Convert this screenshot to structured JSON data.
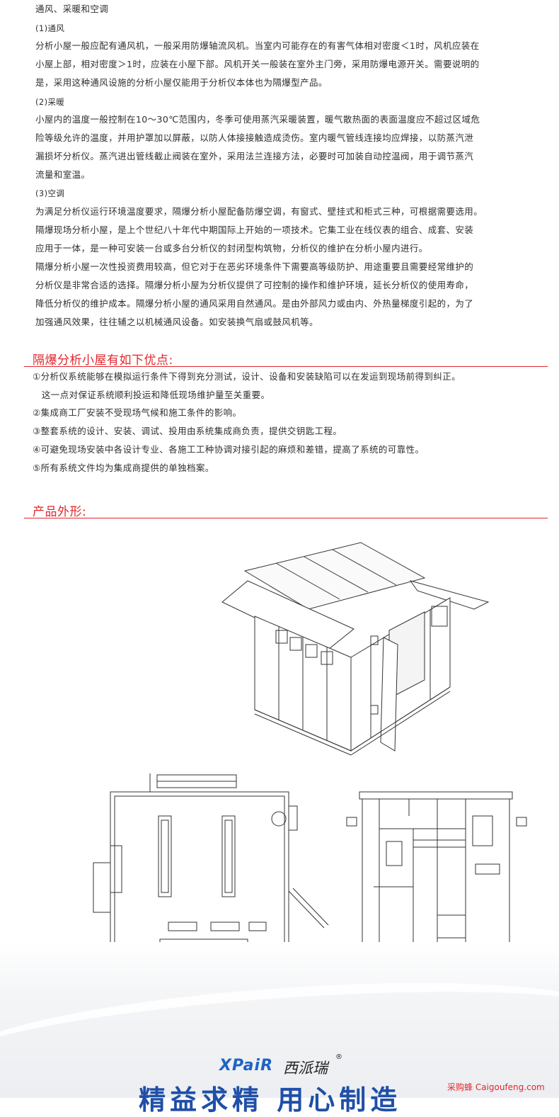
{
  "intro": {
    "heading": "通风、采暖和空调",
    "ventilation": {
      "label": "(1)通风",
      "lines": [
        "分析小屋一般应配有通风机，一般采用防爆轴流风机。当室内可能存在的有害气体相对密度＜1时，风机应装在",
        "小屋上部，相对密度＞1时，应装在小屋下部。风机开关一般装在室外主门旁，采用防爆电源开关。需要说明的",
        "是，采用这种通风设施的分析小屋仅能用于分析仪本体也为隔爆型产品。"
      ]
    },
    "heating": {
      "label": "(2)采暖",
      "lines": [
        "小屋内的温度一般控制在10～30℃范围内，冬季可使用蒸汽采暖装置，暖气散热面的表面温度应不超过区域危",
        "险等级允许的温度，并用护罩加以屏蔽，以防人体接接触造成烫伤。室内暖气管线连接均应焊接，以防蒸汽泄",
        "漏损坏分析仪。蒸汽进出管线截止阀装在室外，采用法兰连接方法，必要时可加装自动控温阀，用于调节蒸汽",
        "流量和室温。"
      ]
    },
    "aircon": {
      "label": "(3)空调",
      "lines": [
        "为满足分析仪运行环境温度要求，隔爆分析小屋配备防爆空调，有窗式、壁挂式和柜式三种，可根据需要选用。",
        "隔爆现场分析小屋，是上个世纪八十年代中期国际上开始的一项技术。它集工业在线仪表的组合、成套、安装",
        "应用于一体，是一种可安装一台或多台分析仪的封闭型构筑物，分析仪的维护在分析小屋内进行。",
        "隔爆分析小屋一次性投资费用较高，但它对于在恶劣环境条件下需要高等级防护、用途重要且需要经常维护的",
        "分析仪是非常合适的选择。隔爆分析小屋为分析仪提供了可控制的操作和维护环境，延长分析仪的使用寿命，",
        "降低分析仪的维护成本。隔爆分析小屋的通风采用自然通风。是由外部风力或由内、外热量梯度引起的，为了",
        "加强通风效果，往往辅之以机械通风设备。如安装换气扇或鼓风机等。"
      ]
    }
  },
  "advantages": {
    "title": "隔爆分析小屋有如下优点:",
    "items": [
      "①分析仪系统能够在模拟运行条件下得到充分测试，设计、设备和安装缺陷可以在发运到现场前得到纠正。",
      "　这一点对保证系统顺利投运和降低现场维护量至关重要。",
      "②集成商工厂安装不受现场气候和施工条件的影响。",
      "③整套系统的设计、安装、调试、投用由系统集成商负责，提供交钥匙工程。",
      "④可避免现场安装中各设计专业、各施工工种协调对接引起的麻烦和差错，提高了系统的可靠性。",
      "⑤所有系统文件均为集成商提供的单独档案。"
    ]
  },
  "product": {
    "title": "产品外形:"
  },
  "footer": {
    "brand_latin": "XPaiR",
    "brand_cn": "西派瑞",
    "registered": "®",
    "slogan": "精益求精 用心制造",
    "watermark": "采购蜂 Caigoufeng.com"
  },
  "colors": {
    "accent": "#e0272c",
    "brand_blue": "#1e63c4",
    "text": "#2f2f2f"
  }
}
